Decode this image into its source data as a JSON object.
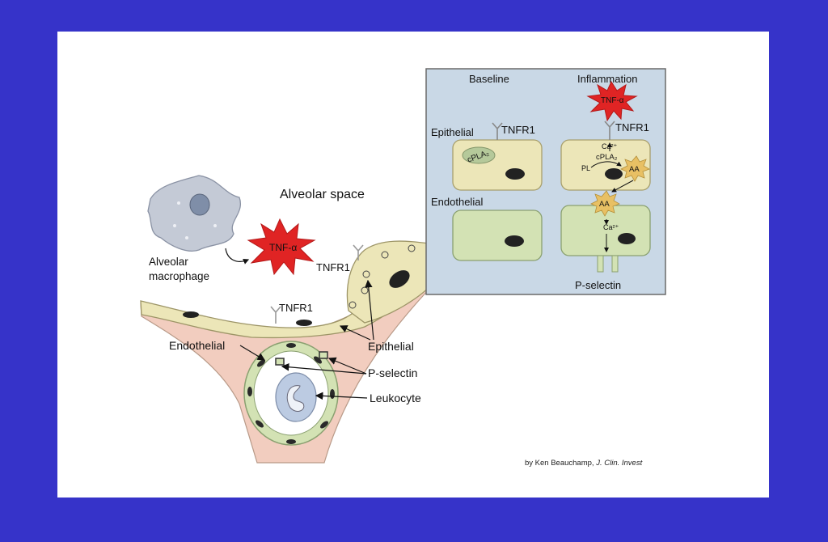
{
  "colors": {
    "frame": "#3633c9",
    "panel": "#c9d8e6",
    "epithelial": "#ece6b8",
    "endothelial": "#d3e2b4",
    "tissue": "#f2cdbf",
    "tnf_burst": "#e02424"
  },
  "scene": {
    "alveolar_space": "Alveolar space",
    "macrophage": [
      "Alveolar",
      "macrophage"
    ],
    "tnf": "TNF-α",
    "tnfr1_upper": "TNFR1",
    "tnfr1_lower": "TNFR1",
    "epithelial": "Epithelial",
    "endothelial": "Endothelial",
    "p_selectin": "P-selectin",
    "leukocyte": "Leukocyte"
  },
  "inset": {
    "baseline": "Baseline",
    "inflammation": "Inflammation",
    "epithelial": "Epithelial",
    "endothelial": "Endothelial",
    "tnfr1_baseline": "TNFR1",
    "tnfr1_inflam": "TNFR1",
    "tnf": "TNF-α",
    "cpla2": "cPLA₂",
    "cpla2_inflam": "cPLA₂",
    "ca_top": "Ca²⁺",
    "ca_bottom": "Ca²⁺",
    "pl": "PL",
    "aa_top": "AA",
    "aa_mid": "AA",
    "p_selectin": "P-selectin"
  },
  "credit": {
    "prefix": "by Ken Beauchamp, ",
    "journal": "J. Clin. Invest"
  }
}
